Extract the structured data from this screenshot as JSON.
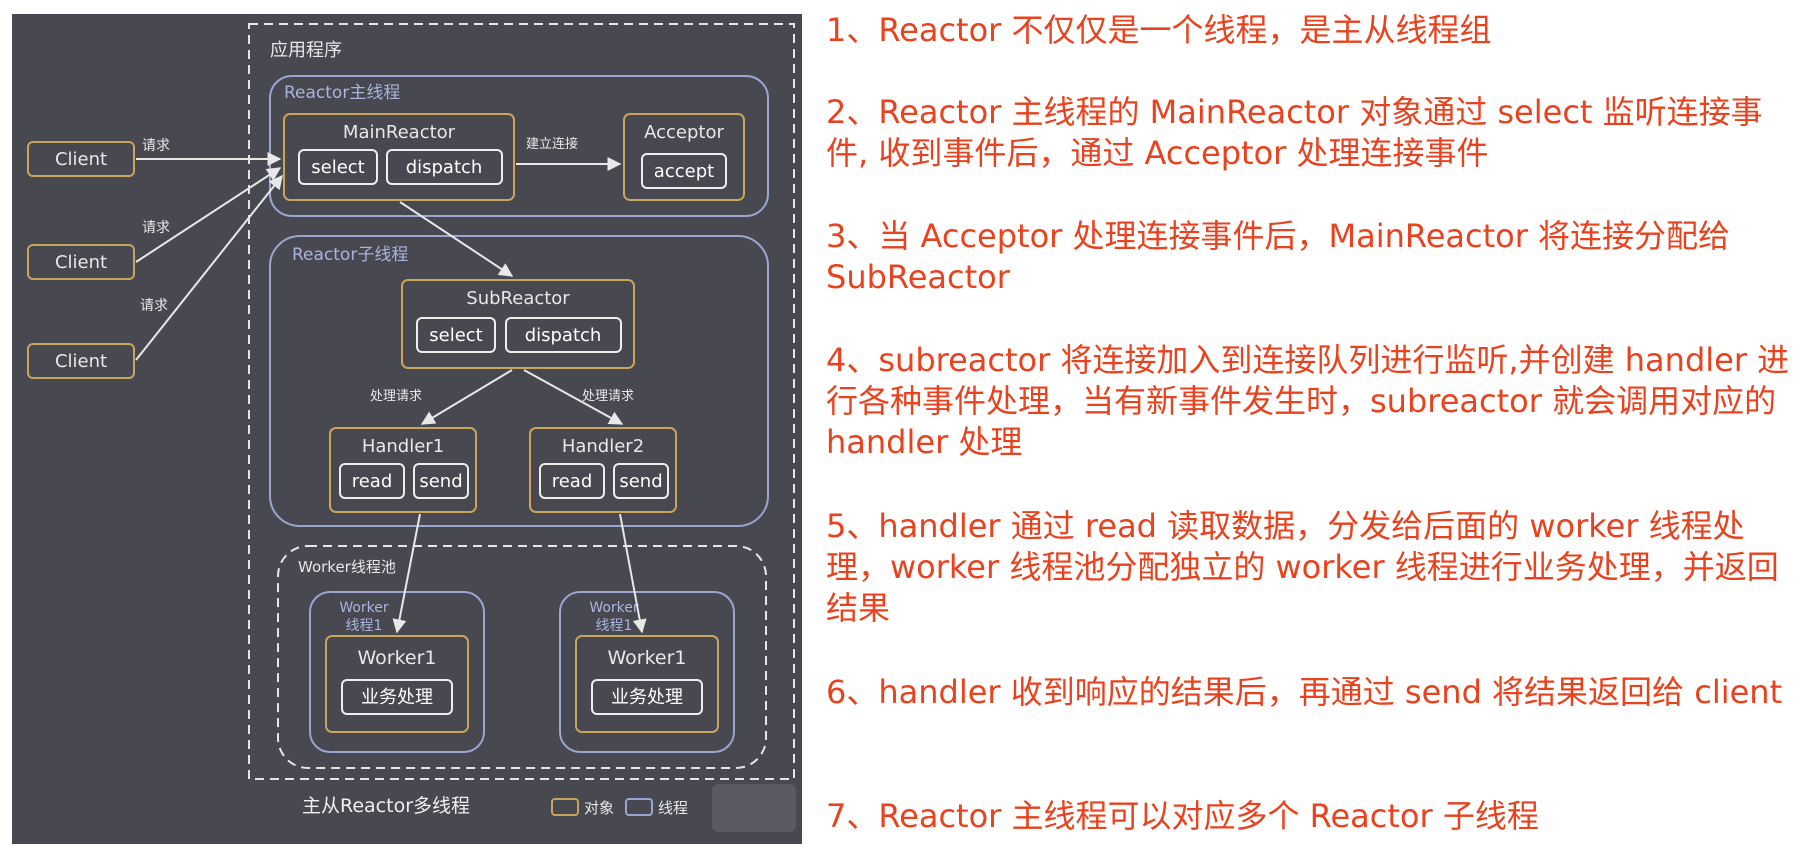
{
  "diagram": {
    "app_label": "应用程序",
    "main_group_label": "Reactor主线程",
    "sub_group_label": "Reactor子线程",
    "pool_label": "Worker线程池",
    "clients": [
      "Client",
      "Client",
      "Client"
    ],
    "request_label": "请求",
    "main_reactor": {
      "title": "MainReactor",
      "ops": [
        "select",
        "dispatch"
      ]
    },
    "acceptor": {
      "title": "Acceptor",
      "op": "accept"
    },
    "connect_label": "建立连接",
    "sub_reactor": {
      "title": "SubReactor",
      "ops": [
        "select",
        "dispatch"
      ]
    },
    "process_label": "处理请求",
    "handlers": [
      {
        "title": "Handler1",
        "ops": [
          "read",
          "send"
        ]
      },
      {
        "title": "Handler2",
        "ops": [
          "read",
          "send"
        ]
      }
    ],
    "worker_threads": [
      {
        "label_line1": "Worker",
        "label_line2": "线程1",
        "worker": "Worker1",
        "task": "业务处理"
      },
      {
        "label_line1": "Worker",
        "label_line2": "线程1",
        "worker": "Worker1",
        "task": "业务处理"
      }
    ],
    "caption": "主从Reactor多线程",
    "legend": {
      "object": "对象",
      "thread": "线程"
    },
    "colors": {
      "background": "#474850",
      "object_border": "#c9a45c",
      "thread_border": "#9aa6cf",
      "text": "#e8e8e8"
    }
  },
  "notes": [
    "1、Reactor 不仅仅是一个线程，是主从线程组",
    "2、Reactor 主线程的 MainReactor 对象通过 select 监听连接事件, 收到事件后，通过 Acceptor 处理连接事件",
    "3、当 Acceptor 处理连接事件后，MainReactor 将连接分配给 SubReactor",
    "4、subreactor 将连接加入到连接队列进行监听,并创建 handler 进行各种事件处理，当有新事件发生时，subreactor 就会调用对应的 handler 处理",
    "5、handler 通过 read 读取数据，分发给后面的 worker 线程处理，worker 线程池分配独立的 worker 线程进行业务处理，并返回结果",
    "6、handler 收到响应的结果后，再通过 send 将结果返回给 client",
    "7、Reactor 主线程可以对应多个 Reactor 子线程"
  ]
}
